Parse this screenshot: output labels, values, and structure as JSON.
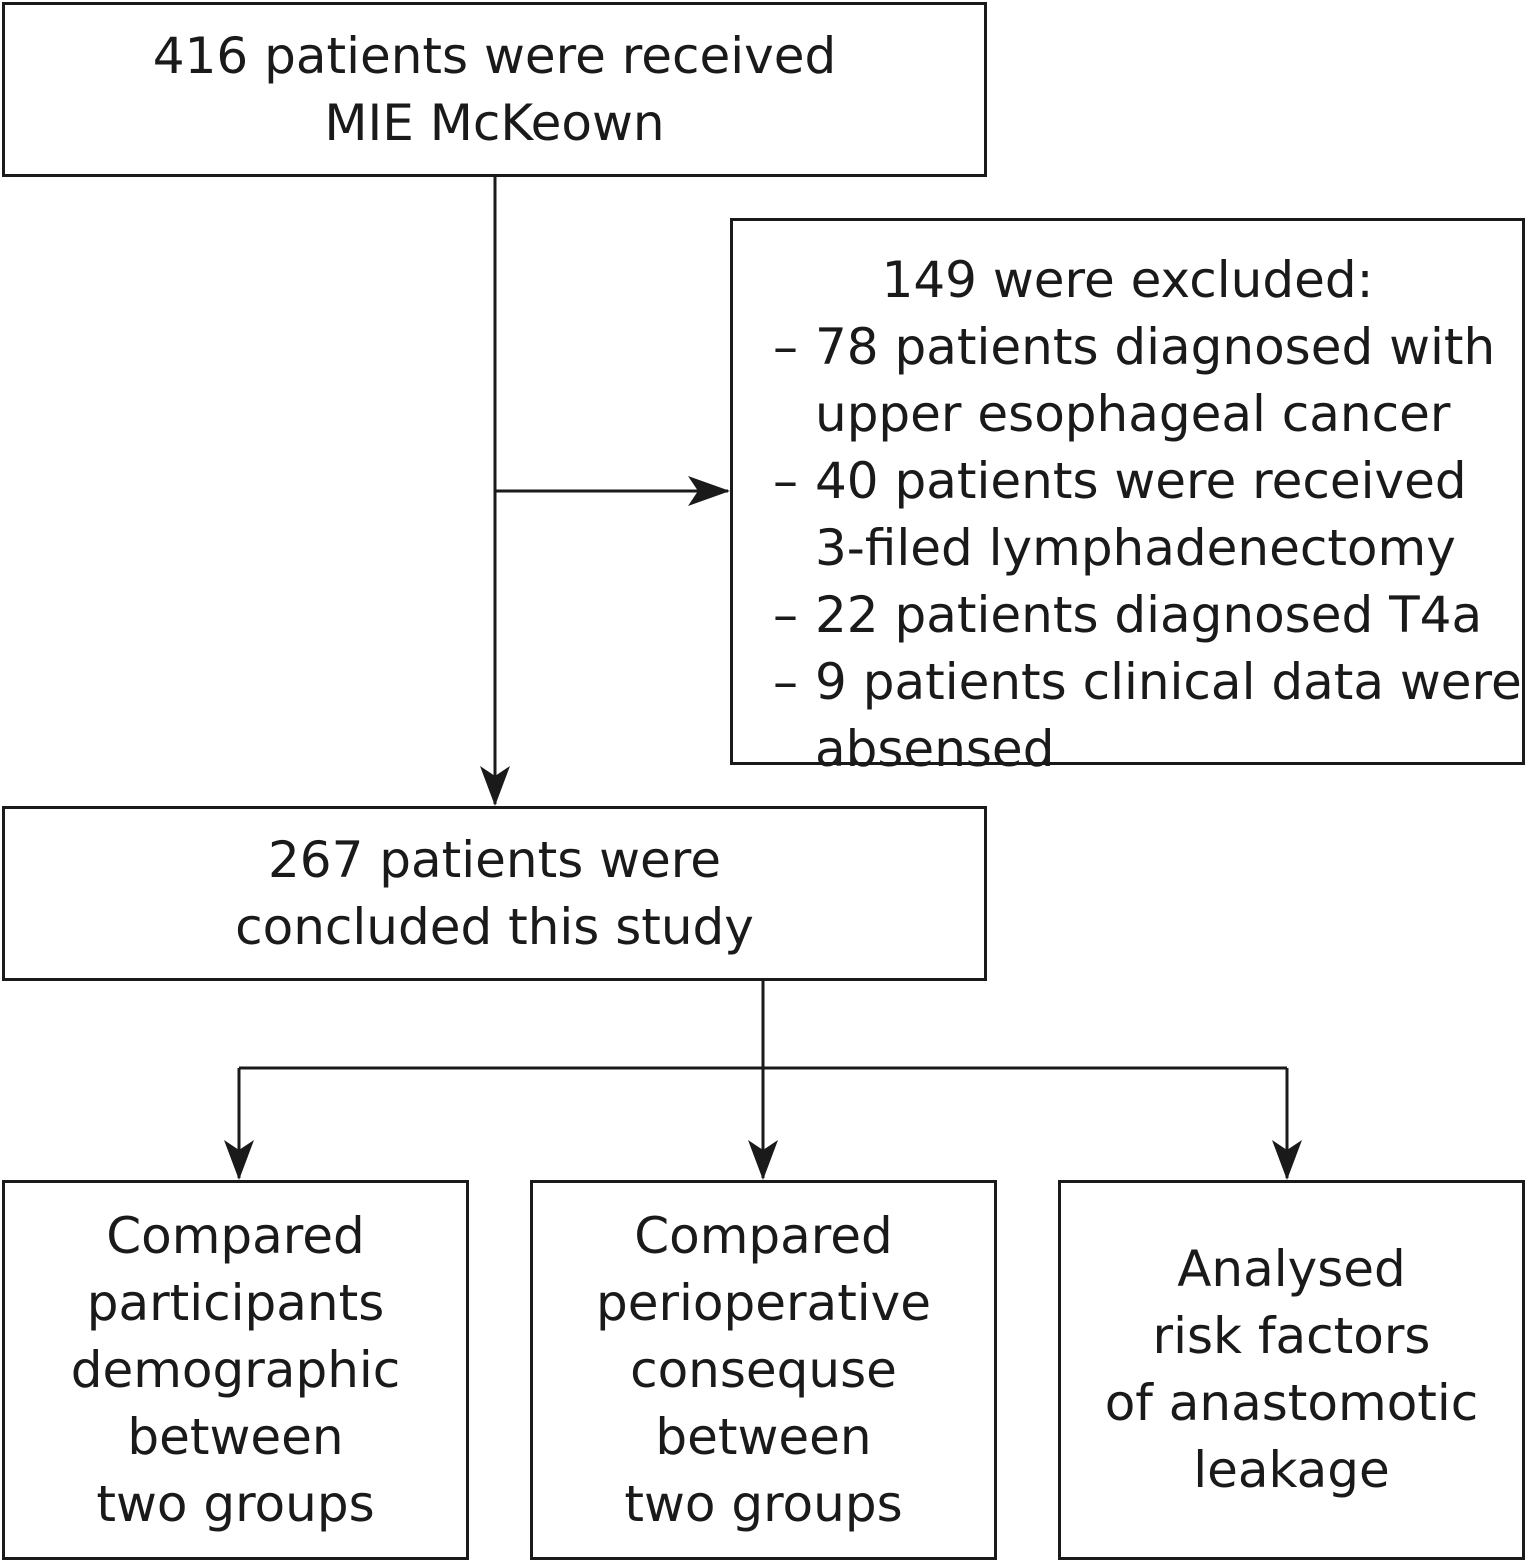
{
  "start": {
    "lines": [
      "416 patients were received",
      "MIE McKeown"
    ]
  },
  "excluded": {
    "heading": "149 were excluded:",
    "items": [
      {
        "dash": "–",
        "lines": [
          "78 patients diagnosed with",
          "upper esophageal cancer"
        ]
      },
      {
        "dash": "–",
        "lines": [
          "40 patients were received",
          "3-filed lymphadenectomy"
        ]
      },
      {
        "dash": "–",
        "lines": [
          "22 patients diagnosed T4a"
        ]
      },
      {
        "dash": "–",
        "lines": [
          "9 patients clinical data were",
          "absensed"
        ]
      }
    ]
  },
  "included": {
    "lines": [
      "267 patients were",
      "concluded this study"
    ]
  },
  "outcomes": [
    {
      "lines": [
        "Compared",
        "participants",
        "demographic",
        "between",
        "two groups"
      ]
    },
    {
      "lines": [
        "Compared",
        "perioperative",
        "consequse",
        "between",
        "two groups"
      ]
    },
    {
      "lines": [
        "Analysed",
        "risk factors",
        "of anastomotic",
        "leakage"
      ]
    }
  ]
}
